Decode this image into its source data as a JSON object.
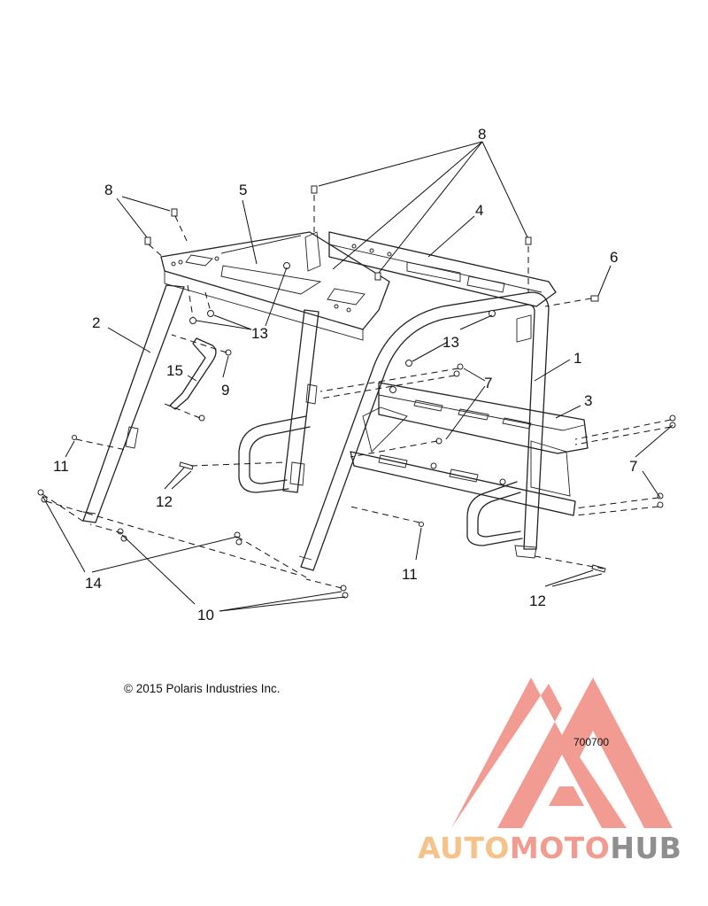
{
  "diagram": {
    "callouts": [
      {
        "label": "1"
      },
      {
        "label": "2"
      },
      {
        "label": "3"
      },
      {
        "label": "4"
      },
      {
        "label": "5"
      },
      {
        "label": "6"
      },
      {
        "label": "7"
      },
      {
        "label": "7"
      },
      {
        "label": "8"
      },
      {
        "label": "8"
      },
      {
        "label": "9"
      },
      {
        "label": "10"
      },
      {
        "label": "11"
      },
      {
        "label": "11"
      },
      {
        "label": "12"
      },
      {
        "label": "12"
      },
      {
        "label": "13"
      },
      {
        "label": "13"
      },
      {
        "label": "14"
      },
      {
        "label": "15"
      }
    ]
  },
  "copyright": "© 2015 Polaris Industries Inc.",
  "figure_number": "700700",
  "brand": {
    "part1": "AUTO",
    "part2": "MOTO",
    "part3": "HUB"
  },
  "colors": {
    "logo_red": "#ef8a80",
    "logo_orange": "#f5c38a",
    "logo_gray": "#8f8f8f"
  }
}
